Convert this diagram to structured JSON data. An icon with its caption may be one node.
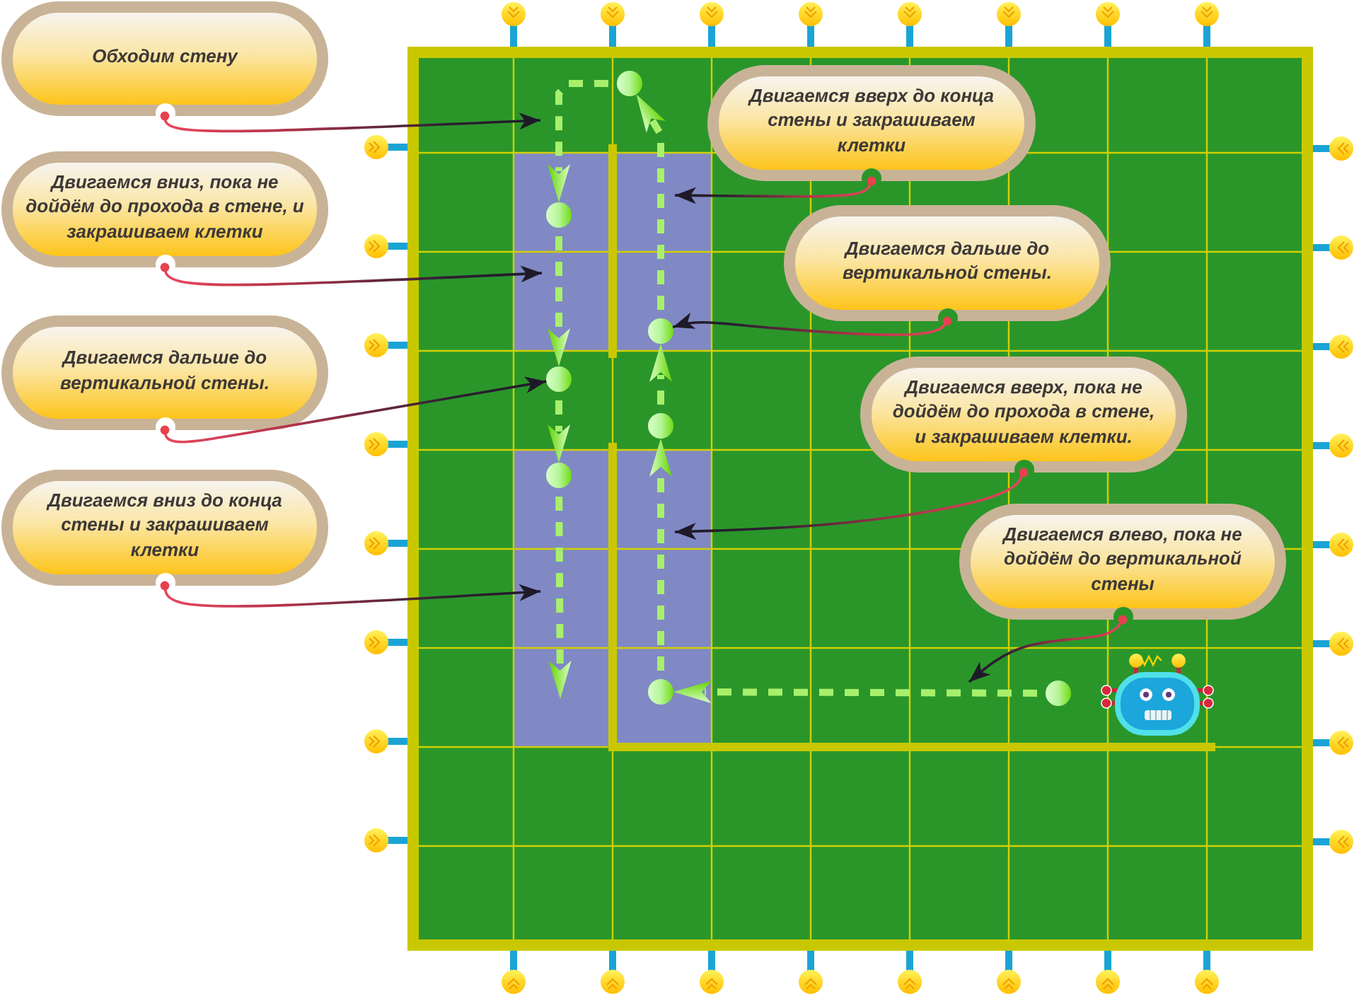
{
  "diagram": {
    "nodes": [
      {
        "text": [
          "Обходим стену"
        ]
      },
      {
        "text": [
          "Двигаемся вниз, пока не дойдём до прохода в стене, и закрашиваем клетки"
        ]
      },
      {
        "text": [
          "Двигаемся дальше до вертикальной стены."
        ]
      },
      {
        "text": [
          "Двигаемся вниз до конца стены и закрашиваем клетки"
        ]
      },
      {
        "text": [
          "Двигаемся вверх до конца стены и закрашиваем клетки"
        ]
      },
      {
        "text": [
          "Двигаемся дальше до вертикальной стены."
        ]
      },
      {
        "text": [
          "Двигаемся вверх, пока не дойдём до прохода в стене, и закрашиваем клетки."
        ]
      },
      {
        "text": [
          "Двигаемся влево, пока не дойдём до вертикальной стены"
        ]
      },
      {
        "text": [],
        "shape": "circle"
      },
      {
        "text": [],
        "shape": "circle"
      },
      {
        "text": [],
        "shape": "circle"
      },
      {
        "text": [],
        "shape": "circle"
      },
      {
        "text": [],
        "shape": "circle"
      },
      {
        "text": [],
        "shape": "circle"
      },
      {
        "text": [],
        "shape": "circle"
      },
      {
        "text": [],
        "shape": "circle"
      }
    ],
    "edges": [
      {
        "from": 0,
        "to": null,
        "arrow": "to"
      },
      {
        "from": 1,
        "to": null,
        "arrow": "to"
      },
      {
        "from": 2,
        "to": 14,
        "arrow": "to"
      },
      {
        "from": 3,
        "to": null,
        "arrow": "to"
      },
      {
        "from": 4,
        "to": null,
        "arrow": "to"
      },
      {
        "from": 5,
        "to": 11,
        "arrow": "to"
      },
      {
        "from": 6,
        "to": null,
        "arrow": "to"
      },
      {
        "from": 7,
        "to": null,
        "arrow": "to"
      },
      {
        "from": 8,
        "to": 9,
        "arrow": "to",
        "style": "dashed",
        "color": "#a8f06c"
      },
      {
        "from": 9,
        "to": 10,
        "arrow": "to",
        "style": "dashed",
        "color": "#a8f06c"
      },
      {
        "from": 10,
        "to": 11,
        "arrow": "to",
        "style": "dashed",
        "color": "#a8f06c"
      },
      {
        "from": 11,
        "to": 12,
        "arrow": "to",
        "style": "dashed",
        "color": "#a8f06c"
      },
      {
        "from": 12,
        "to": 13,
        "arrow": "to",
        "style": "dashed",
        "color": "#a8f06c"
      },
      {
        "from": 13,
        "to": 14,
        "arrow": "to",
        "style": "dashed",
        "color": "#a8f06c"
      },
      {
        "from": 14,
        "to": 15,
        "arrow": "to",
        "style": "dashed",
        "color": "#a8f06c"
      },
      {
        "from": 15,
        "to": null,
        "arrow": "to",
        "style": "dashed",
        "color": "#a8f06c"
      }
    ]
  }
}
